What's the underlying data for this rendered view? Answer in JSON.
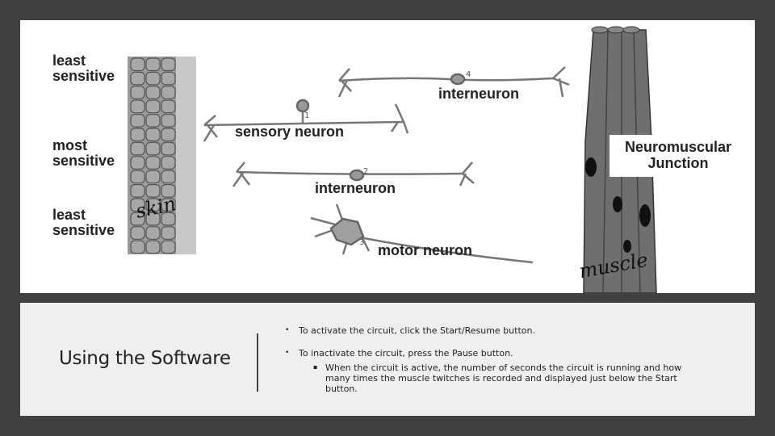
{
  "figure": {
    "skin_labels": [
      {
        "line1": "least",
        "line2": "sensitive"
      },
      {
        "line1": "most",
        "line2": "sensitive"
      },
      {
        "line1": "least",
        "line2": "sensitive"
      }
    ],
    "neurons": [
      {
        "name": "interneuron",
        "number": "4"
      },
      {
        "name": "sensory neuron",
        "number": "1"
      },
      {
        "name": "interneuron",
        "number": "2"
      },
      {
        "name": "motor neuron",
        "number": "3"
      }
    ],
    "junction_label": "Neuromuscular\nJunction",
    "skin_script": "skin",
    "muscle_script": "muscle"
  },
  "slide": {
    "title": "Using the Software",
    "bullets": [
      "To activate the circuit, click the Start/Resume button.",
      "To inactivate the circuit, press the Pause button."
    ],
    "sub_bullets": [
      "When the circuit is active, the number of seconds the circuit is running and how many times the muscle twitches is recorded and displayed just below the Start button."
    ]
  }
}
